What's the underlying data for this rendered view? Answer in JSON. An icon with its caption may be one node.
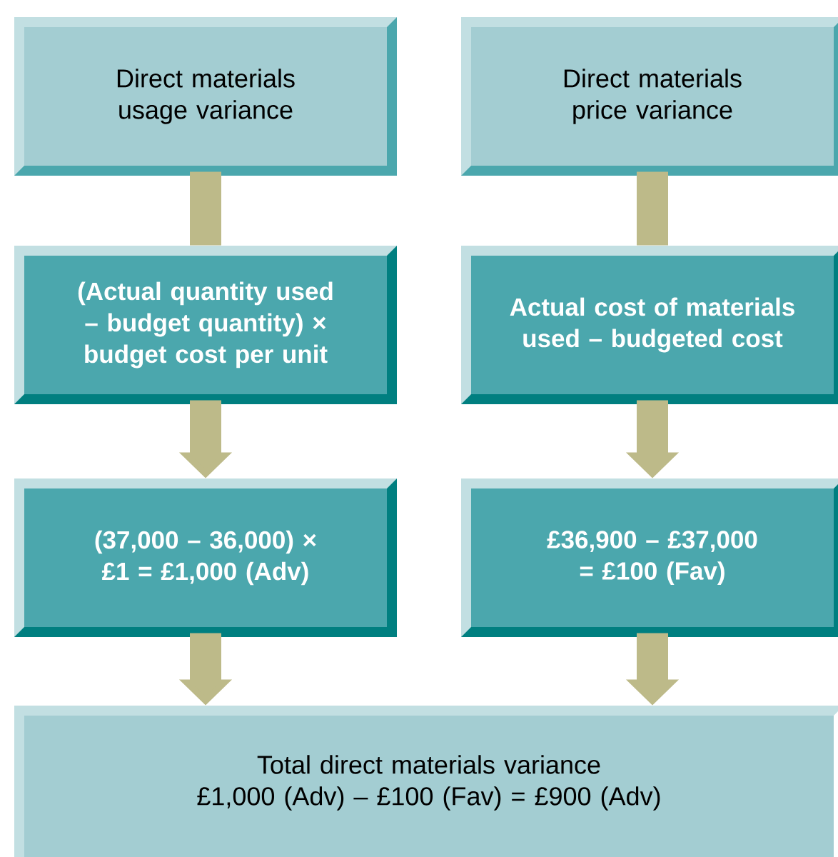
{
  "diagram": {
    "nodes": [
      {
        "text": [
          "Direct materials usage variance"
        ]
      },
      {
        "text": [
          "Direct materials price variance"
        ]
      },
      {
        "text": [
          "(Actual quantity used – budget quantity) × budget cost per unit"
        ]
      },
      {
        "text": [
          "Actual cost of materials used – budgeted cost"
        ]
      },
      {
        "text": [
          "(37,000 – 36,000) × £1 = £1,000 (Adv)"
        ]
      },
      {
        "text": [
          "£36,900 – £37,000 = £100 (Fav)"
        ]
      },
      {
        "text": [
          "Total direct materials variance",
          "£1,000 (Adv) – £100 (Fav) = £900 (Adv)"
        ]
      }
    ],
    "edges": [
      {
        "from": 0,
        "to": 2,
        "arrow": "none"
      },
      {
        "from": 1,
        "to": 3,
        "arrow": "none"
      },
      {
        "from": 2,
        "to": 4,
        "arrow": "to"
      },
      {
        "from": 3,
        "to": 5,
        "arrow": "to"
      },
      {
        "from": 4,
        "to": 6,
        "arrow": "to"
      },
      {
        "from": 5,
        "to": 6,
        "arrow": "to"
      }
    ]
  }
}
